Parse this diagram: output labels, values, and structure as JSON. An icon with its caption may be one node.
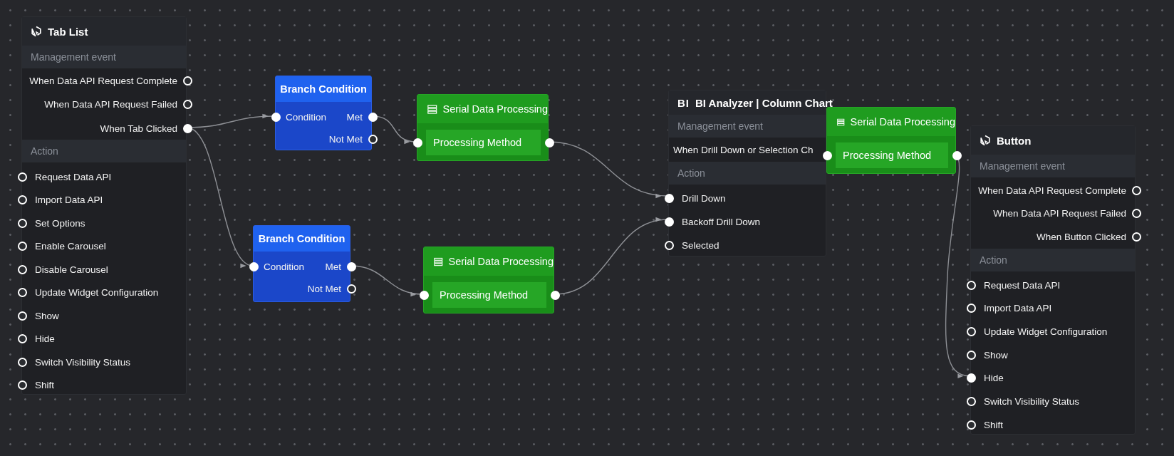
{
  "diagram": {
    "nodes": [
      {
        "text": [
          "Tab List"
        ]
      },
      {
        "text": [
          "Management event"
        ],
        "in": 0
      },
      {
        "text": [
          "When Data API Request Complete"
        ],
        "in": 0
      },
      {
        "text": [
          "When Data API Request Failed"
        ],
        "in": 0
      },
      {
        "text": [
          "When Tab Clicked"
        ],
        "in": 0
      },
      {
        "text": [
          "Action"
        ],
        "in": 0
      },
      {
        "text": [
          "Request Data API"
        ],
        "in": 0
      },
      {
        "text": [
          "Import Data API"
        ],
        "in": 0
      },
      {
        "text": [
          "Set Options"
        ],
        "in": 0
      },
      {
        "text": [
          "Enable Carousel"
        ],
        "in": 0
      },
      {
        "text": [
          "Disable Carousel"
        ],
        "in": 0
      },
      {
        "text": [
          "Update Widget Configuration"
        ],
        "in": 0
      },
      {
        "text": [
          "Show"
        ],
        "in": 0
      },
      {
        "text": [
          "Hide"
        ],
        "in": 0
      },
      {
        "text": [
          "Switch Visibility Status"
        ],
        "in": 0
      },
      {
        "text": [
          "Shift"
        ],
        "in": 0
      },
      {
        "text": [
          "Branch Condition"
        ]
      },
      {
        "text": [
          "Condition"
        ],
        "in": 16
      },
      {
        "text": [
          "Met"
        ],
        "in": 16
      },
      {
        "text": [
          "Not Met"
        ],
        "in": 16
      },
      {
        "text": [
          "Serial Data Processing"
        ]
      },
      {
        "text": [
          "Processing Method"
        ],
        "in": 20
      },
      {
        "text": [
          "Branch Condition"
        ]
      },
      {
        "text": [
          "Condition"
        ],
        "in": 22
      },
      {
        "text": [
          "Met"
        ],
        "in": 22
      },
      {
        "text": [
          "Not Met"
        ],
        "in": 22
      },
      {
        "text": [
          "Serial Data Processing"
        ]
      },
      {
        "text": [
          "Processing Method"
        ],
        "in": 26
      },
      {
        "text": [
          "BI",
          "BI Analyzer | Column Chart"
        ]
      },
      {
        "text": [
          "Management event"
        ],
        "in": 28
      },
      {
        "text": [
          "When Drill Down or Selection Ch"
        ],
        "in": 28
      },
      {
        "text": [
          "Action"
        ],
        "in": 28
      },
      {
        "text": [
          "Drill Down"
        ],
        "in": 28
      },
      {
        "text": [
          "Backoff Drill Down"
        ],
        "in": 28
      },
      {
        "text": [
          "Selected"
        ],
        "in": 28
      },
      {
        "text": [
          "Serial Data Processing"
        ]
      },
      {
        "text": [
          "Processing Method"
        ],
        "in": 35
      },
      {
        "text": [
          "Button"
        ]
      },
      {
        "text": [
          "Management event"
        ],
        "in": 37
      },
      {
        "text": [
          "When Data API Request Complete"
        ],
        "in": 37
      },
      {
        "text": [
          "When Data API Request Failed"
        ],
        "in": 37
      },
      {
        "text": [
          "When Button Clicked"
        ],
        "in": 37
      },
      {
        "text": [
          "Action"
        ],
        "in": 37
      },
      {
        "text": [
          "Request Data API"
        ],
        "in": 37
      },
      {
        "text": [
          "Import Data API"
        ],
        "in": 37
      },
      {
        "text": [
          "Update Widget Configuration"
        ],
        "in": 37
      },
      {
        "text": [
          "Show"
        ],
        "in": 37
      },
      {
        "text": [
          "Hide"
        ],
        "in": 37
      },
      {
        "text": [
          "Switch Visibility Status"
        ],
        "in": 37
      },
      {
        "text": [
          "Shift"
        ],
        "in": 37
      }
    ],
    "edges": [
      {
        "from": 4,
        "to": 17,
        "arrow": "to"
      },
      {
        "from": 4,
        "to": 23,
        "arrow": "to"
      },
      {
        "from": 18,
        "to": 21,
        "arrow": "to"
      },
      {
        "from": 24,
        "to": 27,
        "arrow": "to"
      },
      {
        "from": 21,
        "to": 32,
        "arrow": "to"
      },
      {
        "from": 27,
        "to": 33,
        "arrow": "to"
      },
      {
        "from": 36,
        "to": 47,
        "arrow": "to"
      }
    ]
  }
}
